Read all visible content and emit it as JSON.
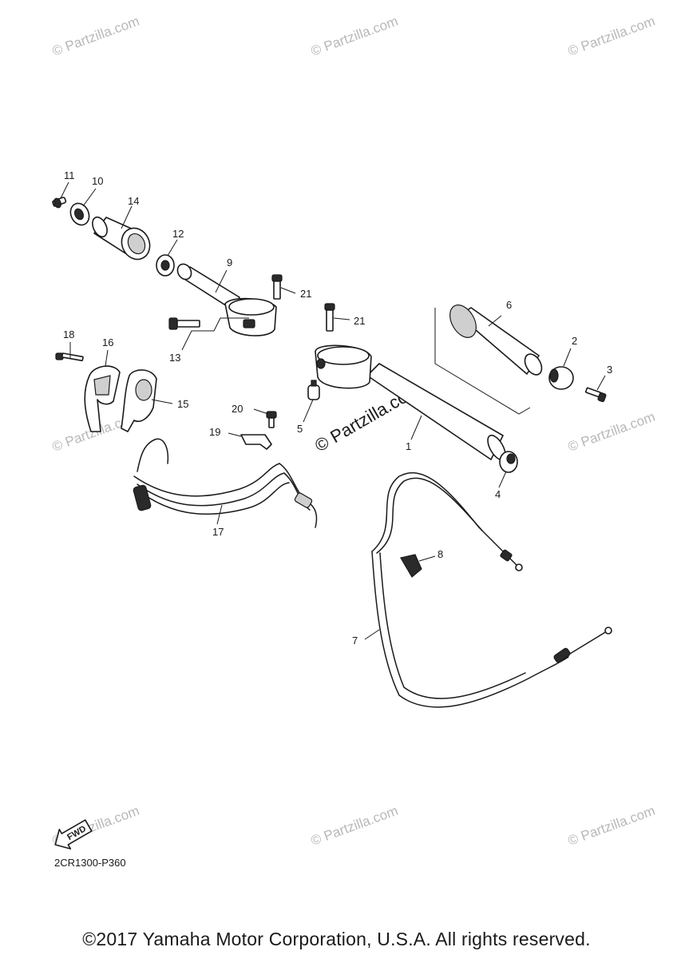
{
  "watermark": {
    "text": "© Partzilla.com",
    "center_text": "© Partzilla.com"
  },
  "callouts": {
    "p1": "1",
    "p2": "2",
    "p3": "3",
    "p4": "4",
    "p5": "5",
    "p6": "6",
    "p7": "7",
    "p8": "8",
    "p9": "9",
    "p10": "10",
    "p11": "11",
    "p12": "12",
    "p13": "13",
    "p14": "14",
    "p15": "15",
    "p16": "16",
    "p17": "17",
    "p18": "18",
    "p19": "19",
    "p20": "20",
    "p21a": "21",
    "p21b": "21"
  },
  "fwd_label": "FWD",
  "drawing_code": "2CR1300-P360",
  "copyright": "©2017 Yamaha Motor Corporation, U.S.A. All rights reserved."
}
